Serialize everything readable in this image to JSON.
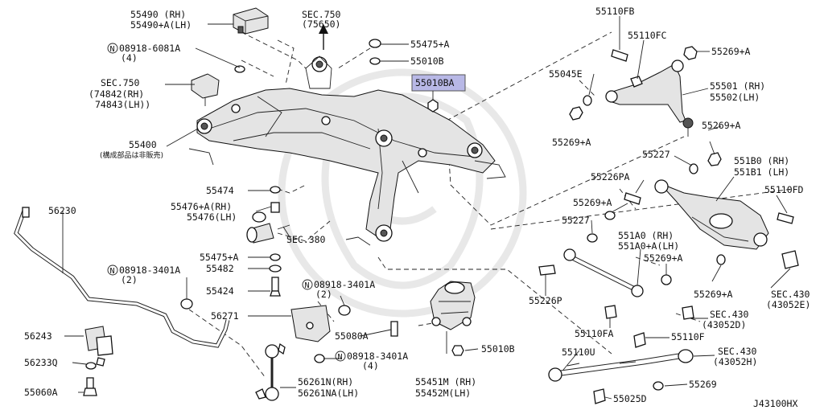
{
  "labels": {
    "p55490": "55490 (RH)",
    "p55490a": "55490+A(LH)",
    "sec750top": "SEC.750",
    "sec750topsub": "(75650)",
    "p08918_6081": "08918-6081A",
    "p08918_6081q": "(4)",
    "sec750left": "SEC.750",
    "sec750l1": "(74842(RH)",
    "sec750l2": "74843(LH))",
    "p55400": "55400",
    "p55400note": "(構成部品は非販売)",
    "p55475a": "55475+A",
    "p55010b_top": "55010B",
    "p55010ba": "55010BA",
    "p55474": "55474",
    "p55476a": "55476+A(RH)",
    "p55476": "55476(LH)",
    "sec380": "SEC.380",
    "p55475": "55475+A",
    "p55482": "55482",
    "p55424": "55424",
    "p56230": "56230",
    "p08918_3401a_l": "08918-3401A",
    "p08918_3401a_lq": "(2)",
    "p08918_3401a_m": "08918-3401A",
    "p08918_3401a_mq": "(2)",
    "p56271": "56271",
    "p55080a": "55080A",
    "p08918_3401a_b": "08918-3401A",
    "p08918_3401a_bq": "(4)",
    "p56243": "56243",
    "p56233q": "56233Q",
    "p55060a": "55060A",
    "p56261n": "56261N(RH)",
    "p56261na": "56261NA(LH)",
    "p55451m": "55451M (RH)",
    "p55452m": "55452M(LH)",
    "p55010b_bot": "55010B",
    "p55110fb": "55110FB",
    "p55110fc": "55110FC",
    "p55269a_1": "55269+A",
    "p55045e": "55045E",
    "p55501": "55501 (RH)",
    "p55502": "55502(LH)",
    "p55269a_2": "55269+A",
    "p55269a_3": "55269+A",
    "p55227_1": "55227",
    "p551b0": "551B0 (RH)",
    "p551b1": "551B1 (LH)",
    "p55226pa": "55226PA",
    "p55110fd": "55110FD",
    "p55269a_4": "55269+A",
    "p55227_2": "55227",
    "p551a0": "551A0  (RH)",
    "p551a0a": "551A0+A(LH)",
    "p55269a_5": "55269+A",
    "p55226p": "55226P",
    "p55269a_6": "55269+A",
    "sec430_1": "SEC.430",
    "sec430_1sub": "(43052E)",
    "sec430_2": "SEC.430",
    "sec430_2sub": "(43052D)",
    "p55110fa": "55110FA",
    "p55110f": "55110F",
    "p55110u": "55110U",
    "sec430_3": "SEC.430",
    "sec430_3sub": "(43052H)",
    "p55269": "55269",
    "p55025d": "55025D",
    "code": "J43100HX",
    "circle_n": "N"
  },
  "colors": {
    "highlight": "#b8b8e6",
    "line": "#222222",
    "watermark": "#e8e8e8"
  }
}
